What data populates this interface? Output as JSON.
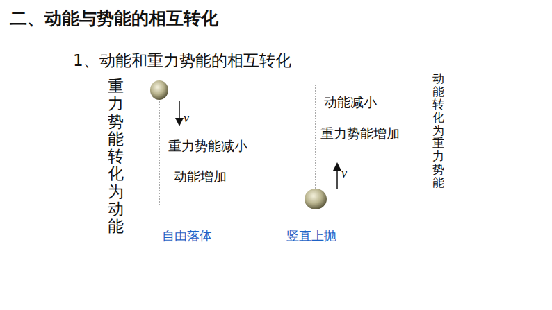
{
  "diagram": {
    "title": "二、动能与势能的相互转化",
    "labels": [
      "1、动能和重力势能的相互转化",
      "重力势能转化为动能",
      "v",
      "重力势能减小",
      "动能增加",
      "自由落体",
      "动能减小",
      "重力势能增加",
      "v",
      "竖直上抛",
      "动能转化为重力势能"
    ]
  }
}
